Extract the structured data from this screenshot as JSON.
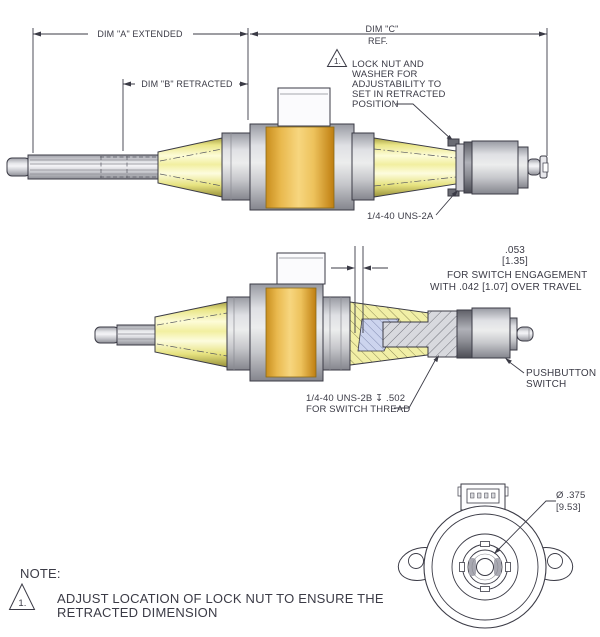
{
  "drawing": {
    "dims": {
      "a": "DIM \"A\" EXTENDED",
      "b": "DIM \"B\" RETRACTED",
      "c1": "DIM \"C\"",
      "c2": "REF."
    },
    "top_note": {
      "flag": "1.",
      "lines": [
        "LOCK NUT AND",
        "WASHER FOR",
        "ADJUSTABILITY TO",
        "SET IN RETRACTED",
        "POSITION"
      ]
    },
    "callouts": {
      "thread_a": "1/4-40 UNS-2A",
      "engagement": [
        ".053",
        "[1.35]",
        "FOR SWITCH ENGAGEMENT",
        "WITH .042 [1.07]  OVER TRAVEL"
      ],
      "pushbutton": [
        "PUSHBUTTON",
        "SWITCH"
      ],
      "thread_b": [
        "1/4-40 UNS-2B ↧ .502",
        "FOR SWITCH THREAD"
      ],
      "diameter": [
        "Ø .375",
        "[9.53]"
      ]
    },
    "note": {
      "heading": "NOTE:",
      "flag": "1.",
      "lines": [
        "ADJUST LOCATION OF LOCK NUT TO ENSURE THE",
        "RETRACTED DIMENSION"
      ]
    },
    "colors": {
      "line": "#3b3b46",
      "gold_band": "#eec25a",
      "cone_yellow": "#f2efa0",
      "section_blue": "#ccd4ee",
      "metal_gray": "#d9dadd"
    }
  }
}
